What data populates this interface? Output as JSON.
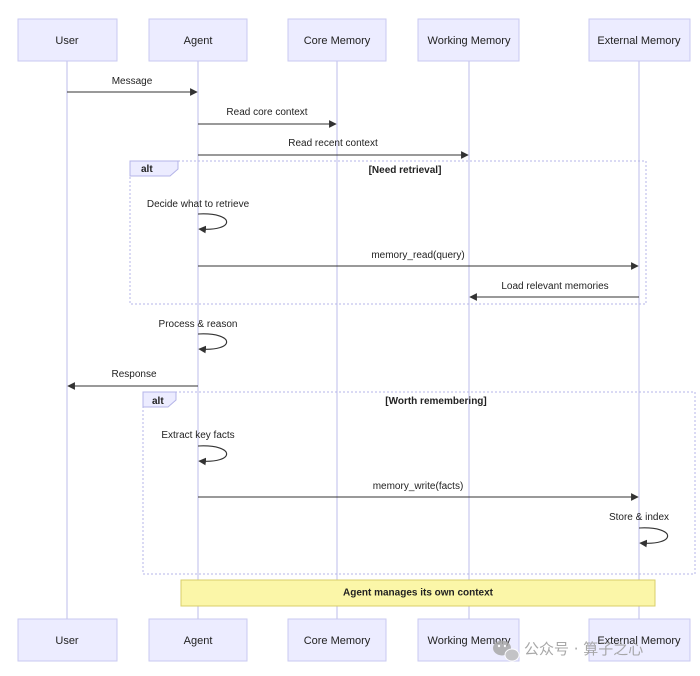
{
  "actors": [
    {
      "id": "user",
      "label": "User"
    },
    {
      "id": "agent",
      "label": "Agent"
    },
    {
      "id": "core",
      "label": "Core Memory"
    },
    {
      "id": "working",
      "label": "Working Memory"
    },
    {
      "id": "external",
      "label": "External Memory"
    }
  ],
  "messages": {
    "message": "Message",
    "read_core": "Read core context",
    "read_recent": "Read recent context",
    "decide": "Decide what to retrieve",
    "memory_read": "memory_read(query)",
    "load_relevant": "Load relevant memories",
    "process": "Process & reason",
    "response": "Response",
    "extract": "Extract key facts",
    "memory_write": "memory_write(facts)",
    "store": "Store & index"
  },
  "alt_blocks": [
    {
      "label": "alt",
      "condition": "[Need retrieval]"
    },
    {
      "label": "alt",
      "condition": "[Worth remembering]"
    }
  ],
  "note": "Agent manages its own context",
  "watermark": "公众号 · 算子之心"
}
